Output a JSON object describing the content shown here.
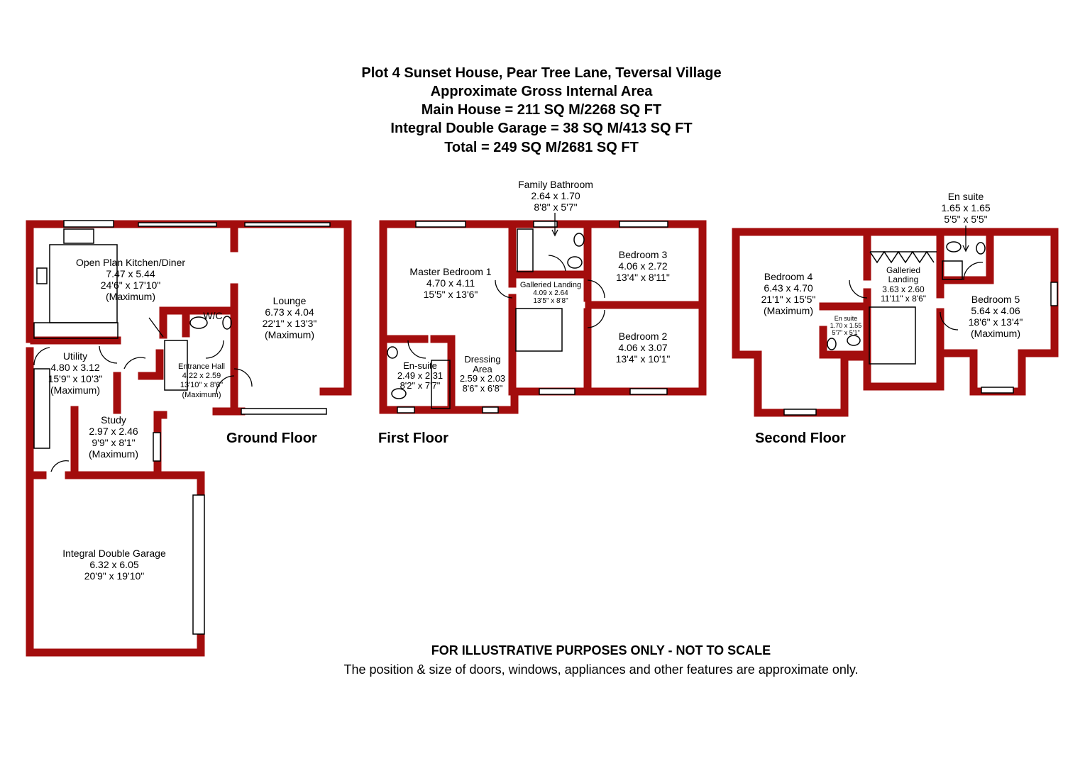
{
  "header": {
    "line1": "Plot 4 Sunset House, Pear Tree Lane, Teversal Village",
    "line2": "Approximate Gross Internal Area",
    "line3": "Main House = 211 SQ M/2268 SQ FT",
    "line4": "Integral Double Garage = 38 SQ M/413 SQ FT",
    "line5": "Total = 249 SQ M/2681 SQ FT"
  },
  "ground_floor": {
    "label": "Ground Floor",
    "kitchen": {
      "name": "Open Plan Kitchen/Diner",
      "metric": "7.47 x 5.44",
      "imperial": "24'6\" x 17'10\"",
      "note": "(Maximum)"
    },
    "lounge": {
      "name": "Lounge",
      "metric": "6.73 x 4.04",
      "imperial": "22'1\" x 13'3\"",
      "note": "(Maximum)"
    },
    "wc": {
      "name": "W/C"
    },
    "utility": {
      "name": "Utility",
      "metric": "4.80 x 3.12",
      "imperial": "15'9\" x 10'3\"",
      "note": "(Maximum)"
    },
    "hall": {
      "name": "Entrance Hall",
      "metric": "4.22 x 2.59",
      "imperial": "13'10\" x 8'6\"",
      "note": "(Maximum)"
    },
    "study": {
      "name": "Study",
      "metric": "2.97 x 2.46",
      "imperial": "9'9\" x 8'1\"",
      "note": "(Maximum)"
    },
    "garage": {
      "name": "Integral Double Garage",
      "metric": "6.32 x 6.05",
      "imperial": "20'9\" x 19'10\""
    }
  },
  "first_floor": {
    "label": "First Floor",
    "family_bathroom": {
      "name": "Family Bathroom",
      "metric": "2.64 x 1.70",
      "imperial": "8'8\" x 5'7\""
    },
    "master": {
      "name": "Master Bedroom 1",
      "metric": "4.70 x 4.11",
      "imperial": "15'5\" x 13'6\""
    },
    "landing": {
      "name": "Galleried Landing",
      "metric": "4.09 x 2.64",
      "imperial": "13'5\" x 8'8\""
    },
    "bedroom3": {
      "name": "Bedroom 3",
      "metric": "4.06 x 2.72",
      "imperial": "13'4\" x 8'11\""
    },
    "bedroom2": {
      "name": "Bedroom 2",
      "metric": "4.06 x 3.07",
      "imperial": "13'4\" x 10'1\""
    },
    "ensuite": {
      "name": "En-suite",
      "metric": "2.49 x 2.31",
      "imperial": "8'2\" x 7'7\""
    },
    "dressing": {
      "name": "Dressing",
      "name2": "Area",
      "metric": "2.59 x 2.03",
      "imperial": "8'6\" x 6'8\""
    }
  },
  "second_floor": {
    "label": "Second Floor",
    "ensuite_top": {
      "name": "En suite",
      "metric": "1.65 x 1.65",
      "imperial": "5'5\" x 5'5\""
    },
    "bedroom4": {
      "name": "Bedroom 4",
      "metric": "6.43 x 4.70",
      "imperial": "21'1\" x 15'5\"",
      "note": "(Maximum)"
    },
    "landing": {
      "name": "Galleried",
      "name2": "Landing",
      "metric": "3.63 x 2.60",
      "imperial": "11'11\" x 8'6\""
    },
    "bedroom5": {
      "name": "Bedroom 5",
      "metric": "5.64 x 4.06",
      "imperial": "18'6\" x 13'4\"",
      "note": "(Maximum)"
    },
    "ensuite_small": {
      "name": "En suite",
      "metric": "1.70 x 1.55",
      "imperial": "5'7\" x 5'1\""
    }
  },
  "footer": {
    "disclaimer": "FOR ILLUSTRATIVE PURPOSES ONLY - NOT TO SCALE",
    "note": "The position & size of doors, windows, appliances and other features are approximate only."
  },
  "colors": {
    "wall": "#a30d0d"
  }
}
